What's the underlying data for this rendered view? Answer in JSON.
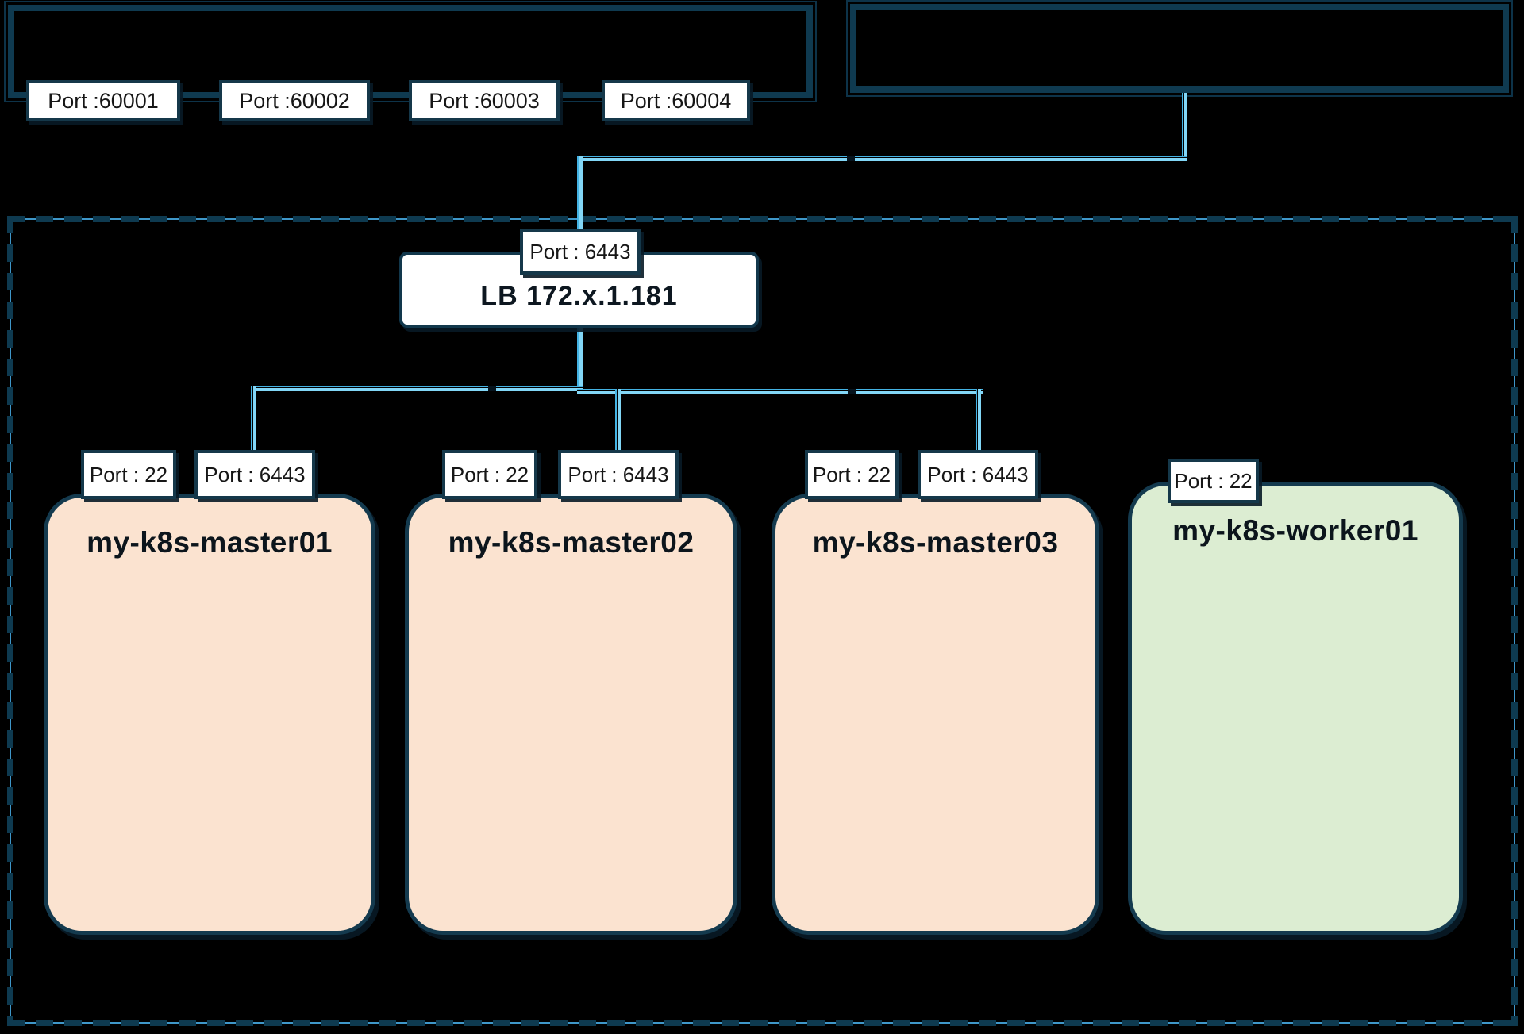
{
  "top_left_panel": {
    "ports": [
      {
        "label": "Port :60001"
      },
      {
        "label": "Port :60002"
      },
      {
        "label": "Port :60003"
      },
      {
        "label": "Port :60004"
      }
    ]
  },
  "top_right_panel": {},
  "load_balancer": {
    "port": "Port : 6443",
    "label": "LB 172.x.1.181"
  },
  "cluster": {
    "nodes": [
      {
        "title": "my-k8s-master01",
        "role": "master",
        "fill": "#fbe3d0",
        "ports": [
          {
            "label": "Port : 22"
          },
          {
            "label": "Port : 6443"
          }
        ]
      },
      {
        "title": "my-k8s-master02",
        "role": "master",
        "fill": "#fbe3d0",
        "ports": [
          {
            "label": "Port : 22"
          },
          {
            "label": "Port : 6443"
          }
        ]
      },
      {
        "title": "my-k8s-master03",
        "role": "master",
        "fill": "#fbe3d0",
        "ports": [
          {
            "label": "Port : 22"
          },
          {
            "label": "Port : 6443"
          }
        ]
      },
      {
        "title": "my-k8s-worker01",
        "role": "worker",
        "fill": "#dcedd2",
        "ports": [
          {
            "label": "Port : 22"
          }
        ]
      }
    ]
  },
  "colors": {
    "background": "#000000",
    "panel_border": "#0f3a50",
    "label_border": "#15384a",
    "connector_light": "#82d6f6",
    "connector_medium": "#44b3e4",
    "dashed_border": "#0e3a50",
    "dashed_underline": "#3f97c9",
    "master_fill": "#fbe3d0",
    "worker_fill": "#dcedd2",
    "text_dark": "#10181f"
  }
}
